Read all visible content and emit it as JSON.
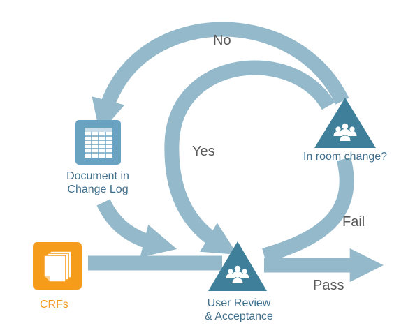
{
  "colors": {
    "arrow": "#93b9cb",
    "triangle": "#3f7f99",
    "doc_icon": "#6aa3c1",
    "crfs_icon": "#f59c1a",
    "text_label": "#3f6f8c",
    "text_arrow": "#595959",
    "text_crfs": "#f39a1e"
  },
  "labels": {
    "no": "No",
    "yes": "Yes",
    "fail": "Fail",
    "pass": "Pass",
    "in_room_change": "In room change?",
    "document_line1": "Document in",
    "document_line2": "Change Log",
    "user_review_line1": "User Review",
    "user_review_line2": "& Acceptance",
    "crfs": "CRFs"
  },
  "icons": {
    "document": "spreadsheet-icon",
    "crfs": "stacked-pages-icon",
    "decision": "people-group-icon",
    "review": "people-group-icon"
  }
}
